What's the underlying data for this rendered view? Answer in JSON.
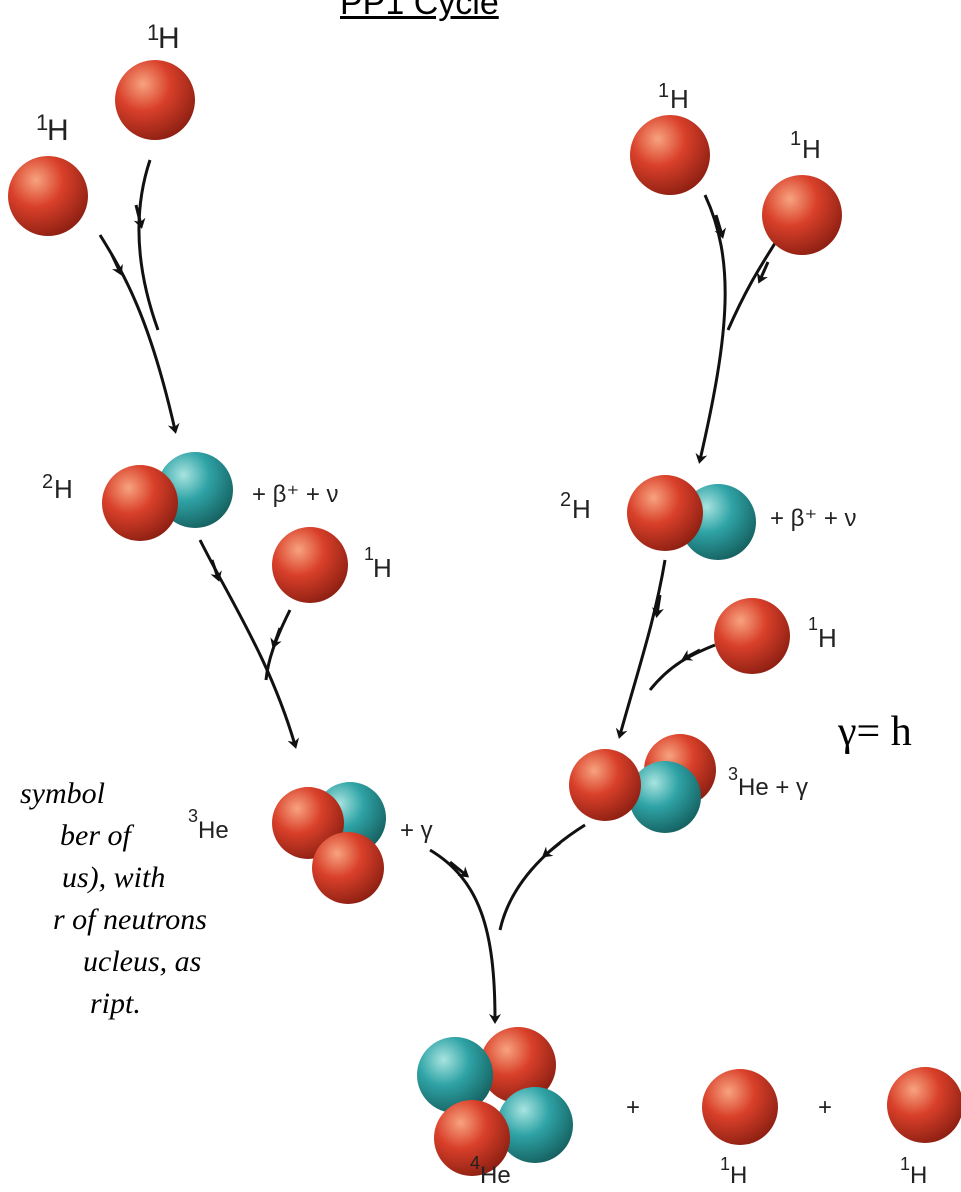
{
  "title": "PP1 Cycle",
  "gamma_definition": "γ= h",
  "note_lines": [
    "symbol",
    "ber of",
    "us), with",
    "r of neutrons",
    "ucleus, as",
    "ript."
  ],
  "labels": {
    "h1": "H",
    "h2": "H",
    "he3": "He",
    "he4": "He",
    "mass_1": "1",
    "mass_2": "2",
    "mass_3": "3",
    "mass_4": "4",
    "emission_beta": "+ β⁺ + ν",
    "emission_gamma": "+ γ",
    "he3_gamma_right": "He + γ",
    "plus": "+"
  },
  "colors": {
    "proton": "#d9402a",
    "neutron": "#2fa3a6",
    "arrow": "#111111"
  }
}
